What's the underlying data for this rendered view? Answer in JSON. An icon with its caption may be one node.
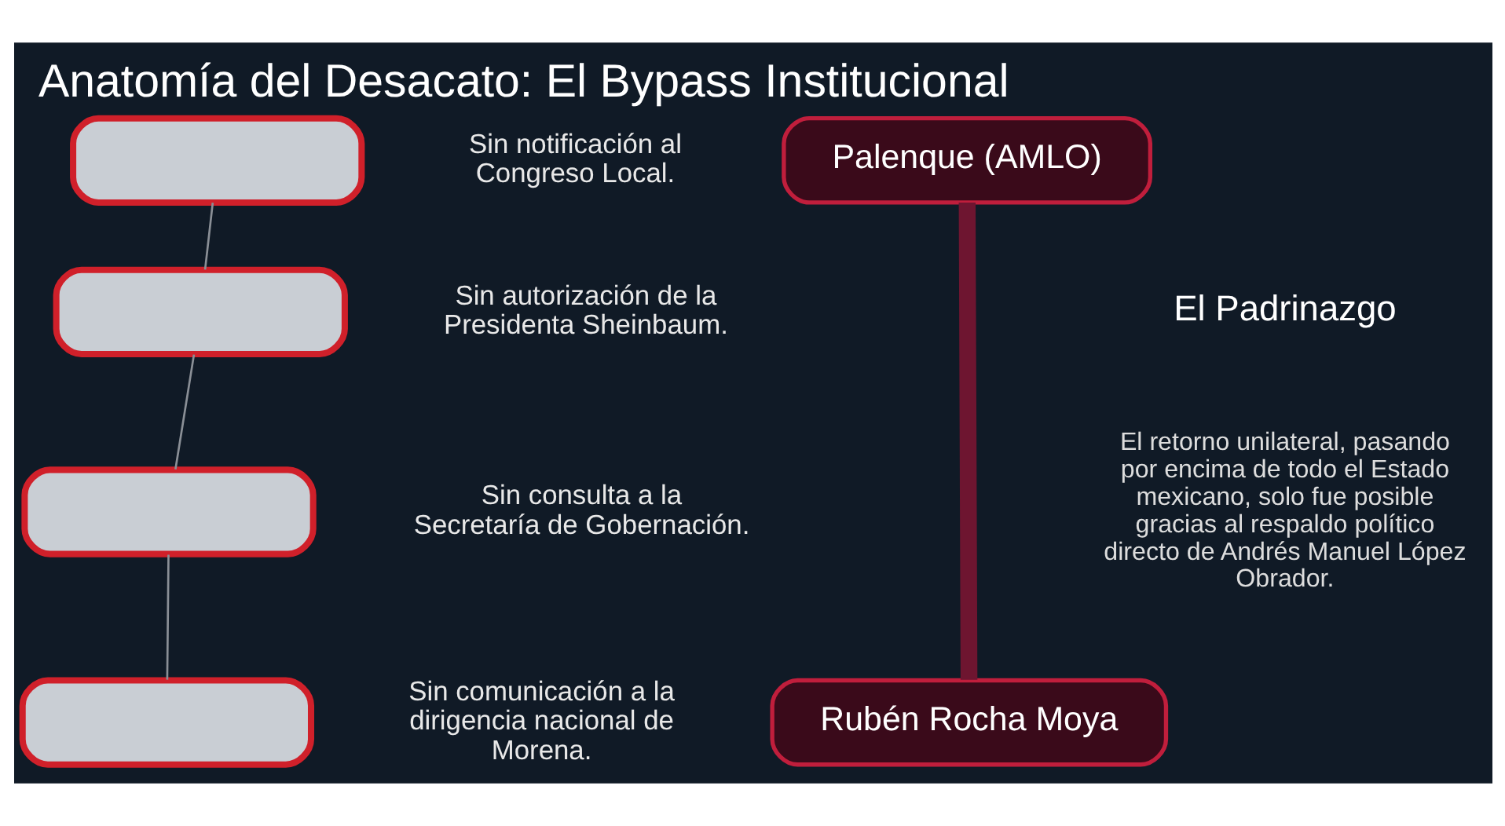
{
  "diagram": {
    "title": "Anatomía del Desacato: El Bypass Institucional",
    "nodes": [
      {
        "text": [],
        "shape": "box",
        "beside": [
          "Sin notificación al Congreso Local."
        ]
      },
      {
        "text": [],
        "shape": "box",
        "beside": [
          "Sin autorización de la Presidenta Sheinbaum."
        ]
      },
      {
        "text": [],
        "shape": "box",
        "beside": [
          "Sin consulta a la Secretaría de Gobernación."
        ]
      },
      {
        "text": [],
        "shape": "box",
        "beside": [
          "Sin comunicación a la dirigencia nacional de Morena."
        ]
      },
      {
        "text": [
          "Palenque (AMLO)"
        ]
      },
      {
        "text": [
          "Rubén Rocha Moya"
        ]
      }
    ],
    "edges": [
      {
        "from": 0,
        "to": 1,
        "arrow": "none"
      },
      {
        "from": 1,
        "to": 2,
        "arrow": "none"
      },
      {
        "from": 2,
        "to": 3,
        "arrow": "none"
      },
      {
        "from": 4,
        "to": 5,
        "arrow": "none",
        "style": "thick",
        "color": "#6e1530"
      }
    ],
    "labels": [
      "El Padrinazgo",
      "El retorno unilateral, pasando por encima de todo el Estado mexicano, solo fue posible gracias al respaldo político directo de Andrés Manuel López Obrador."
    ]
  }
}
